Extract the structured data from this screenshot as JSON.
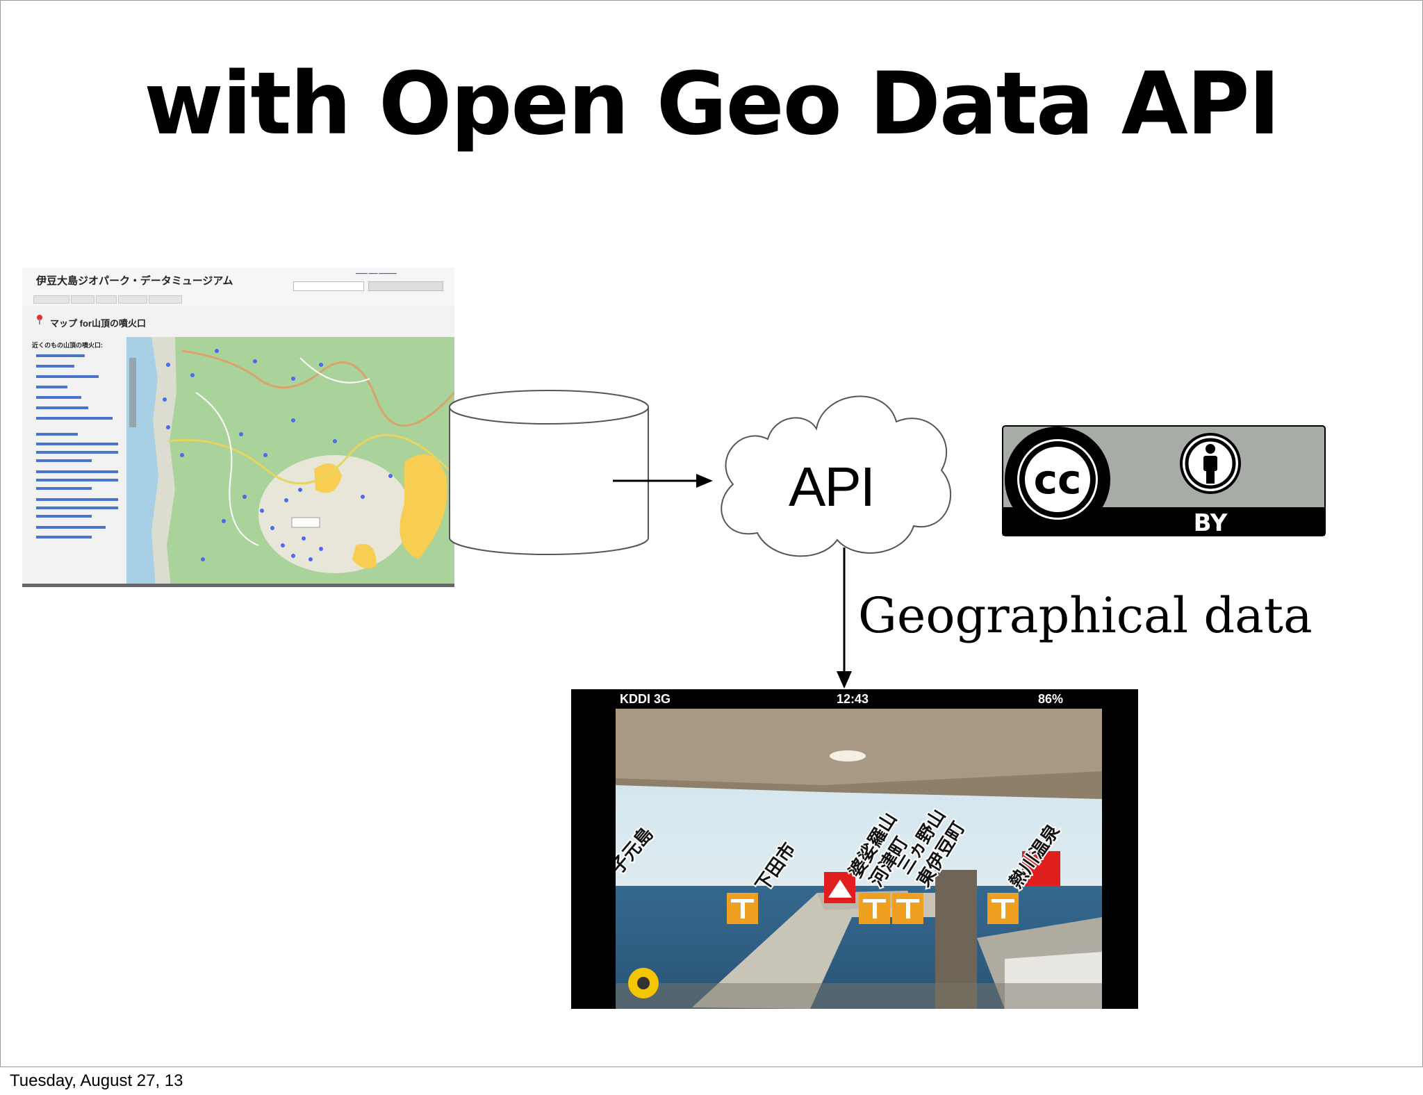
{
  "slide": {
    "title": "with Open Geo Data API",
    "footer": "Tuesday, August 27, 13"
  },
  "website": {
    "site_title": "伊豆大島ジオパーク・データミュージアム",
    "page_title": "マップ for山頂の噴火口",
    "list_title": "近くのもの山頂の噴火口:"
  },
  "diagram": {
    "api_label": "API",
    "geo_label": "Geographical data",
    "license": {
      "cc_text": "cc",
      "by_text": "BY"
    }
  },
  "phone": {
    "carrier": "KDDI 3G",
    "time": "12:43",
    "battery": "86%",
    "ar_labels": [
      "子元島",
      "下田市",
      "婆娑羅山",
      "河津町",
      "三ヵ野山",
      "東伊豆町",
      "熱川温泉"
    ]
  },
  "colors": {
    "map_green": "#a9d39a",
    "cc_gray": "#a8aca6",
    "marker_orange": "#f0a020",
    "marker_red": "#e01e1e"
  }
}
